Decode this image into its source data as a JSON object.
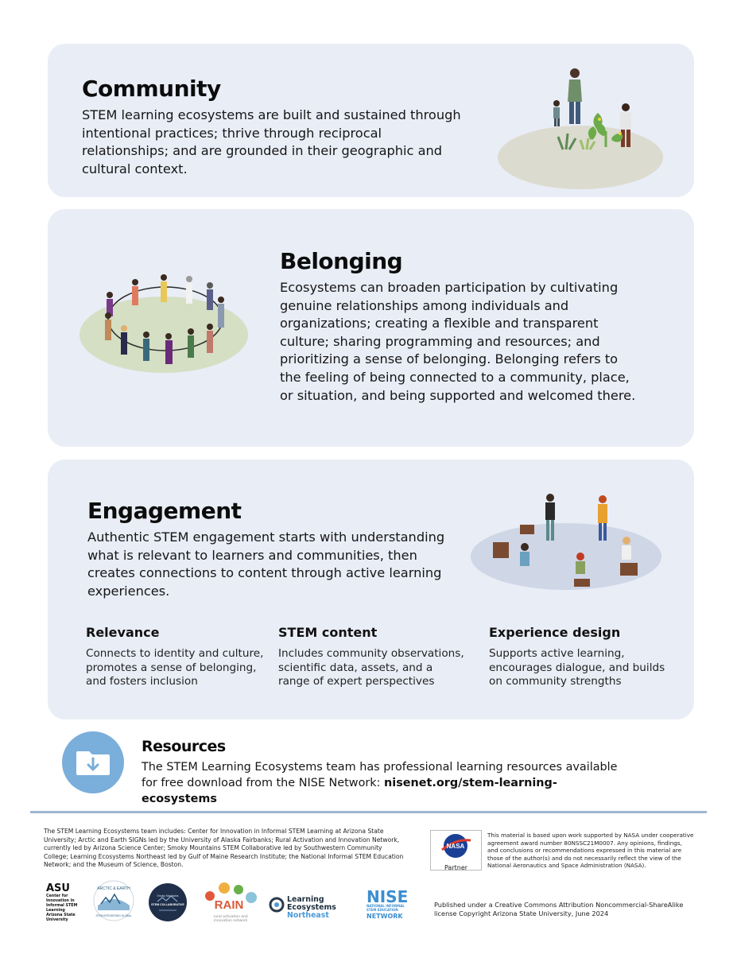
{
  "community": {
    "title": "Community",
    "text": "STEM learning ecosystems are built and sustained through intentional practices; thrive through reciprocal relationships; and are grounded in their geographic and cultural context."
  },
  "belonging": {
    "title": "Belonging",
    "text": "Ecosystems can broaden participation by cultivating genuine relationships among individuals and organizations; creating a flexible and transparent culture; sharing programming and resources; and prioritizing a sense of belonging. Belonging refers to the feeling of being connected to a community, place, or situation, and being supported and welcomed there."
  },
  "engagement": {
    "title": "Engagement",
    "text": "Authentic STEM engagement starts with understanding what is relevant to learners and communities, then creates connections to content through active learning experiences.",
    "columns": [
      {
        "heading": "Relevance",
        "text": "Connects to identity and culture, promotes a sense of belonging, and fosters inclusion"
      },
      {
        "heading": "STEM content",
        "text": "Includes community observations, scientific data, assets, and a range of expert perspectives"
      },
      {
        "heading": "Experience design",
        "text": "Supports active learning, encourages dialogue, and builds on community strengths"
      }
    ]
  },
  "resources": {
    "title": "Resources",
    "text": "The STEM Learning Ecosystems team has professional learning resources available for free download from the NISE Network:",
    "link": "nisenet.org/stem-learning-ecosystems",
    "icon": "folder-download-icon"
  },
  "footer": {
    "team_text": "The STEM Learning Ecosystems team includes: Center for Innovation in Informal STEM Learning at Arizona State University; Arctic and Earth SIGNs led by the University of Alaska Fairbanks; Rural Activation and Innovation Network, currently led by Arizona Science Center; Smoky Mountains STEM Collaborative led by Southwestern Community College; Learning Ecosystems Northeast led by Gulf of Maine Research Institute; the National Informal STEM Education Network; and the Museum of Science, Boston.",
    "nasa_text": "This material is based upon work supported by NASA under cooperative agreement award number 80NSSC21M0007. Any opinions, findings, and conclusions or recommendations expressed in this material are those of the author(s) and do not necessarily reflect the view of the National Aeronautics and Space Administration (NASA).",
    "nasa_partner": "Partner",
    "nasa_logo": "NASA",
    "license_text": "Published under a Creative Commons Attribution Noncommercial-ShareAlike license Copyright Arizona State University, June 2024",
    "logos": {
      "asu_mark": "ASU",
      "asu_text": "Center for Innovation in Informal STEM Learning",
      "asu_sub": "Arizona State University",
      "arctic": "ARCTIC & EARTH",
      "arctic_sub": "STEM INTEGRATING GLOBAL",
      "smoky_top": "Smoky Mountains",
      "smoky": "STEM COLLABORATIVE",
      "rain": "RAIN",
      "rain_sub": "rural activation and innovation network",
      "len_title": "Learning Ecosystems",
      "len_sub": "Northeast",
      "nise": "NISE",
      "nise_sub1": "NATIONAL INFORMAL",
      "nise_sub2": "STEM EDUCATION",
      "nise_sub3": "NETWORK"
    }
  },
  "colors": {
    "card_bg": "#e9edf6",
    "accent_blue": "#7aaedb",
    "divider": "#9fb6d3",
    "nise_blue": "#3b8ed0"
  }
}
